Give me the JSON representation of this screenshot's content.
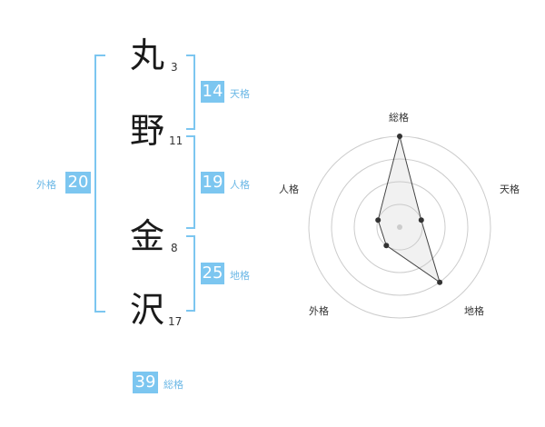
{
  "name": {
    "chars": [
      {
        "char": "丸",
        "strokes": "3"
      },
      {
        "char": "野",
        "strokes": "11"
      },
      {
        "char": "金",
        "strokes": "8"
      },
      {
        "char": "沢",
        "strokes": "17"
      }
    ]
  },
  "kaku": {
    "tenkaku": {
      "value": "14",
      "label": "天格"
    },
    "jinkaku": {
      "value": "19",
      "label": "人格"
    },
    "chikaku": {
      "value": "25",
      "label": "地格"
    },
    "gaikaku": {
      "value": "20",
      "label": "外格"
    },
    "soukaku": {
      "value": "39",
      "label": "総格"
    }
  },
  "colors": {
    "accent": "#7cc6f0",
    "text": "#1a1a1a",
    "grid": "#cccccc"
  },
  "chart_data": {
    "type": "radar",
    "axes": [
      "総格",
      "天格",
      "地格",
      "外格",
      "人格"
    ],
    "levels": 4,
    "max": 4,
    "values": [
      4,
      1,
      3,
      1,
      1
    ]
  }
}
